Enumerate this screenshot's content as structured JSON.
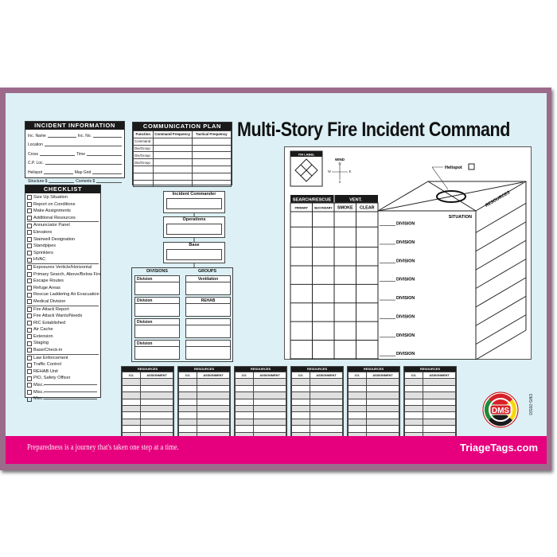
{
  "title": "Multi-Story Fire Incident Command",
  "incident_info": {
    "header": "INCIDENT INFORMATION",
    "rows": [
      [
        "Inc. Name",
        "Inc. No."
      ],
      [
        "Location"
      ],
      [
        "Cross",
        "Time"
      ],
      [
        "C.P. Loc."
      ],
      [
        "Helispot",
        "Map Grid"
      ],
      [
        "Structure $",
        "Contents $"
      ]
    ]
  },
  "checklist": {
    "header": "CHECKLIST",
    "groups": [
      [
        "Size Up Situation",
        "Report on Conditions",
        "Make Assignments",
        "Additional Resources"
      ],
      [
        "Annunciator Panel",
        "Elevators",
        "Stairwell Designation",
        "Standpipes",
        "Sprinklers",
        "HVAC"
      ],
      [
        "Exposures Verticle/Horizontal",
        "Primary Search, Above/Below Fire",
        "Escape Routes",
        "Refuge Areas",
        "Rescue Laddering Air Evacuation",
        "Medical Division"
      ],
      [
        "Fire Attack Report",
        "Fire Attack Wants/Needs",
        "RIC Established",
        "Air Cache",
        "Extension",
        "Staging",
        "Base/Check-in"
      ],
      [
        "Law Enforcement",
        "Traffic Control",
        "REHAB Unit",
        "PIO, Safety Officer",
        "Misc.",
        "Misc.",
        "Misc."
      ]
    ]
  },
  "comm_plan": {
    "header": "COMMUNICATION PLAN",
    "columns": [
      "Function",
      "Command Frequency",
      "Tactical Frequency"
    ],
    "rows": [
      "Command",
      "Div/Group",
      "Div/Group",
      "Div/Group",
      "",
      "",
      ""
    ]
  },
  "org": {
    "incident_commander": "Incident Commander",
    "operations": "Operations",
    "base": "Base",
    "divisions_header": "DIVISIONS",
    "groups_header": "GROUPS",
    "divisions": [
      "Division",
      "Division",
      "Division",
      "Division"
    ],
    "groups": [
      "Ventilation",
      "REHAB",
      "",
      ""
    ]
  },
  "diagram": {
    "label_704": "704 LABEL",
    "wind": "WIND",
    "compass": {
      "n": "N",
      "s": "S",
      "e": "E",
      "w": "W"
    },
    "helispot": "Helispot",
    "search_rescue": "SEARCH/RESCUE",
    "vent": "VENT.",
    "sub_columns": [
      "PRIMARY",
      "SECONDARY",
      "SMOKE",
      "CLEAR"
    ],
    "situation": "SITUATION",
    "resources": "RESOURCES",
    "division_label": "DIVISION",
    "division_count": 8
  },
  "resources_tables": {
    "header": "RESOURCES",
    "columns": [
      "CO.",
      "ASSIGNMENT"
    ],
    "count": 6
  },
  "logo": {
    "text": "DMS",
    "ring": "DISASTER MANAGEMENT SYSTEMS, INC.",
    "colors": [
      "#d62027",
      "#f5d90a",
      "#1a1a1a",
      "#1e8a3a"
    ]
  },
  "product_code": "DMS-05593",
  "footer": {
    "slogan": "Preparedness is a journey that's taken one step at a time.",
    "website": "TriageTags.com"
  },
  "colors": {
    "frame": "#9c6b8b",
    "board": "#dcf0f5",
    "band": "#e6007e"
  }
}
